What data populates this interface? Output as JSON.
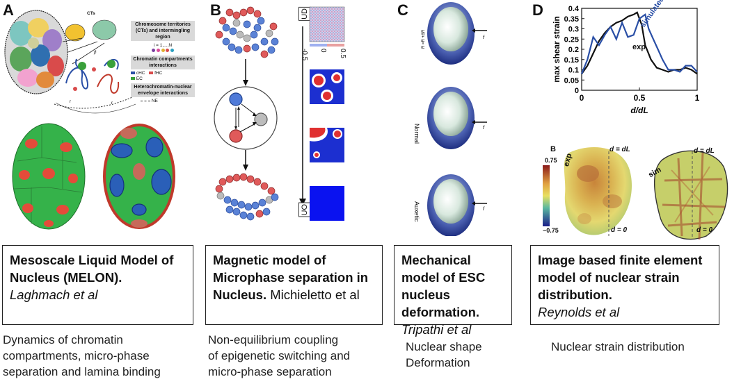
{
  "panels": {
    "A": {
      "letter": "A",
      "legend": {
        "cts_label": "CTs",
        "section1": "Chromosome territories (CTs) and intermingling region",
        "index_text": "i = 1,...,N",
        "section2": "Chromatin compartments interactions",
        "chc": "cHC",
        "fhc": "fHC",
        "ec": "EC",
        "section3": "Heterochromatin-nuclear envelope interactions",
        "ne": "NE"
      },
      "box": {
        "title": "Mesoscale Liquid Model of Nucleus (MELON).",
        "author": "Laghmach et al"
      },
      "desc": [
        "Dynamics of chromatin",
        "compartments, micro-phase",
        "separation and lamina binding"
      ]
    },
    "B": {
      "letter": "B",
      "ud_label": "UD",
      "uo_label": "UO",
      "colorbar": {
        "min": "-0.5",
        "mid": "0",
        "max": "0.5"
      },
      "box": {
        "title_line1": "Magnetic model of",
        "title_line2": "Microphase separation in",
        "title_bold_last": "Nucleus.",
        "author": "Michieletto et al"
      },
      "desc": [
        "Non-equilibrium coupling",
        "of epigenetic switching and",
        "micro-phase separation"
      ]
    },
    "C": {
      "letter": "C",
      "labels": [
        "Normal",
        "Auxetic"
      ],
      "box": {
        "title": "Mechanical model of ESC nucleus deformation.",
        "author": "Tripathi et al"
      },
      "desc": [
        "Nuclear shape",
        "Deformation"
      ]
    },
    "D": {
      "letter": "D",
      "sub_letter": "B",
      "map_labels": {
        "exp": "exp",
        "sim": "sim",
        "d_top": "d = dL",
        "d_bottom": "d = 0",
        "cb_max": "0.75",
        "cb_min": "−0.75"
      },
      "box": {
        "title": "Image based finite element model of nuclear strain distribution.",
        "author": "Reynolds et al"
      },
      "desc": [
        "Nuclear strain distribution"
      ]
    }
  },
  "chart_data": {
    "type": "line",
    "xlabel": "d/dL",
    "ylabel": "max shear strain",
    "xlim": [
      0,
      1
    ],
    "ylim": [
      0,
      0.4
    ],
    "xticks": [
      "0",
      "0.5",
      "1"
    ],
    "yticks": [
      "0",
      "0.05",
      "0.1",
      "0.15",
      "0.2",
      "0.25",
      "0.3",
      "0.35",
      "0.4"
    ],
    "series": [
      {
        "name": "exp",
        "color": "#111111",
        "x": [
          0,
          0.05,
          0.1,
          0.15,
          0.2,
          0.25,
          0.3,
          0.35,
          0.4,
          0.45,
          0.48,
          0.52,
          0.55,
          0.6,
          0.65,
          0.7,
          0.75,
          0.8,
          0.85,
          0.9,
          0.95,
          1.0
        ],
        "y": [
          0.08,
          0.12,
          0.18,
          0.24,
          0.28,
          0.31,
          0.33,
          0.34,
          0.36,
          0.37,
          0.38,
          0.32,
          0.22,
          0.15,
          0.11,
          0.1,
          0.09,
          0.1,
          0.1,
          0.11,
          0.1,
          0.08
        ]
      },
      {
        "name": "simulated",
        "color": "#2a4fa6",
        "x": [
          0,
          0.05,
          0.1,
          0.15,
          0.2,
          0.25,
          0.3,
          0.35,
          0.4,
          0.45,
          0.5,
          0.55,
          0.58,
          0.62,
          0.66,
          0.7,
          0.75,
          0.8,
          0.85,
          0.9,
          0.95,
          1.0
        ],
        "y": [
          0.08,
          0.15,
          0.26,
          0.22,
          0.27,
          0.31,
          0.25,
          0.33,
          0.26,
          0.27,
          0.35,
          0.37,
          0.3,
          0.25,
          0.2,
          0.15,
          0.1,
          0.1,
          0.09,
          0.12,
          0.12,
          0.09
        ]
      }
    ]
  }
}
